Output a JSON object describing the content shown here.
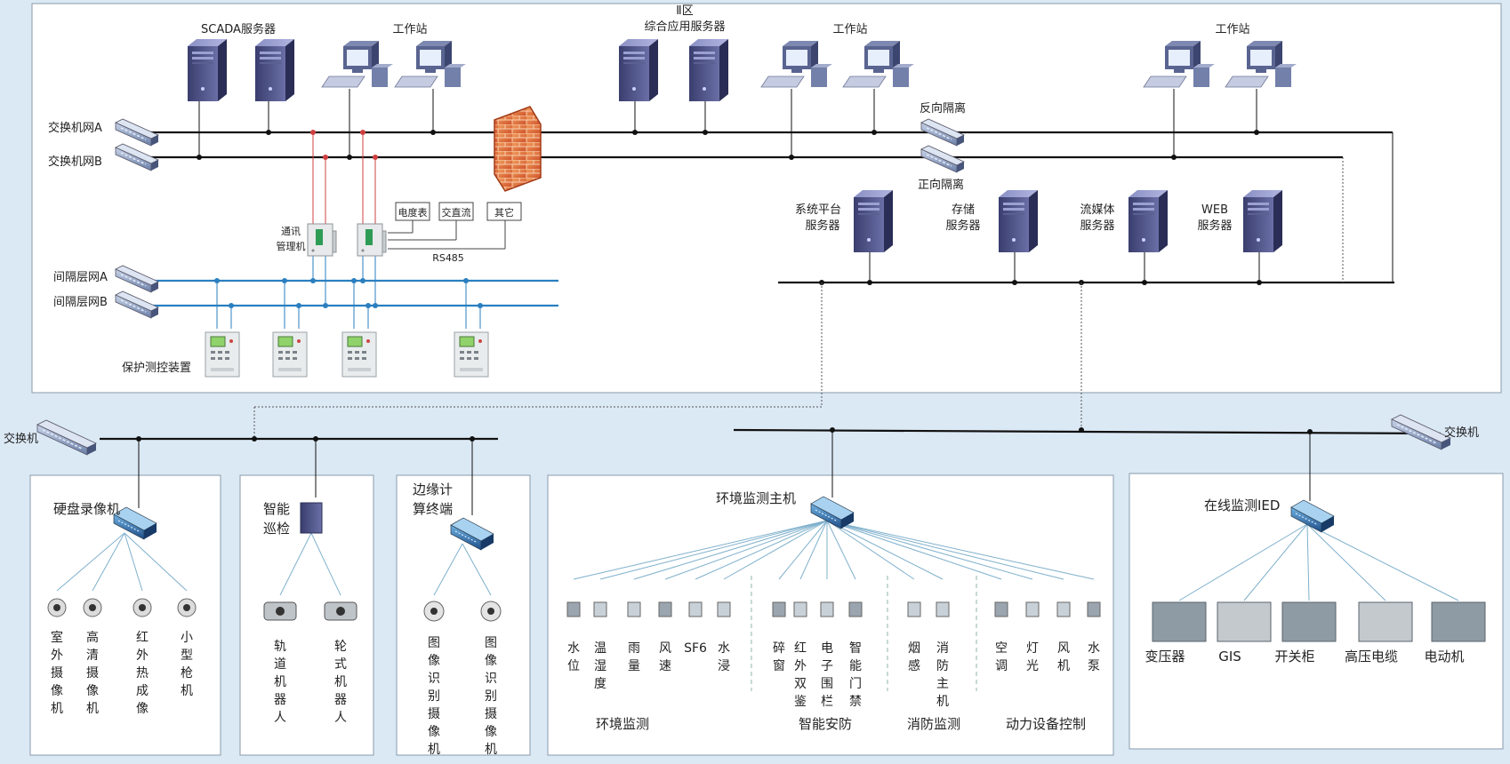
{
  "zone2": "Ⅱ区",
  "servers": {
    "scada": "SCADA服务器",
    "ws1": "工作站",
    "app": "综合应用服务器",
    "ws2": "工作站",
    "ws3": "工作站",
    "sys": [
      "系统平台",
      "服务器"
    ],
    "storage": [
      "存储",
      "服务器"
    ],
    "media": [
      "流媒体",
      "服务器"
    ],
    "web": [
      "WEB",
      "服务器"
    ]
  },
  "nets": {
    "sw_a": "交换机网A",
    "sw_b": "交换机网B",
    "bay_a": "间隔层网A",
    "bay_b": "间隔层网B"
  },
  "isolation": {
    "reverse": "反向隔离",
    "forward": "正向隔离"
  },
  "comm": [
    "通讯",
    "管理机"
  ],
  "meters": [
    "电度表",
    "交直流",
    "其它"
  ],
  "rs485": "RS485",
  "protection": "保护测控装置",
  "switch_left": "交换机",
  "switch_right": "交换机",
  "panels": {
    "nvr": {
      "title": "硬盘录像机",
      "items": [
        "室外摄像机",
        "高清摄像机",
        "红外热成像",
        "小型枪机"
      ]
    },
    "patrol": {
      "title": [
        "智能",
        "巡检"
      ],
      "items": [
        "轨道机器人",
        "轮式机器人"
      ]
    },
    "edge": {
      "title": [
        "边缘计",
        "算终端"
      ],
      "items": [
        "图像识别摄像机",
        "图像识别摄像机"
      ]
    },
    "env": {
      "title": "环境监测主机",
      "items": [
        "水位",
        "温湿度",
        "雨量",
        "风速",
        "SF6",
        "水浸",
        "碎窗",
        "红外双鉴",
        "电子围栏",
        "智能门禁",
        "烟感",
        "消防主机",
        "空调",
        "灯光",
        "风机",
        "水泵"
      ],
      "groups": [
        "环境监测",
        "智能安防",
        "消防监测",
        "动力设备控制"
      ]
    },
    "ied": {
      "title": "在线监测IED",
      "items": [
        "变压器",
        "GIS",
        "开关柜",
        "高压电缆",
        "电动机"
      ]
    }
  },
  "colors": {
    "bg": "#dbe9f5",
    "panel": "#ffffff",
    "bus": "#111111",
    "bay_bus": "#2a7fc0",
    "serial": "#d04040",
    "fan": "#7fb0cc"
  }
}
